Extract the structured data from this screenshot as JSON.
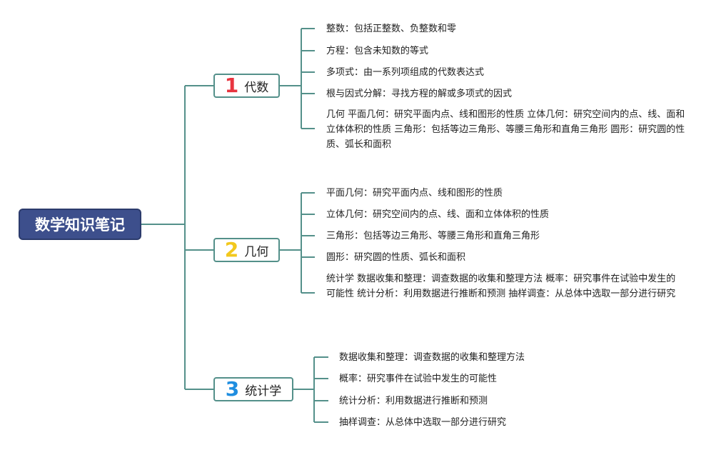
{
  "root": {
    "title": "数学知识笔记"
  },
  "colors": {
    "root_fill": "#3d4f8c",
    "line": "#54908a",
    "branch1_number": "#e8343f",
    "branch2_number": "#f2c81d",
    "branch3_number": "#1f8ee0"
  },
  "branches": [
    {
      "number": "1",
      "label": "代数",
      "leaves": [
        "整数：包括正整数、负整数和零",
        "方程：包含未知数的等式",
        "多项式：由一系列项组成的代数表达式",
        "根与因式分解：寻找方程的解或多项式的因式",
        "几何 平面几何：研究平面内点、线和图形的性质 立体几何：研究空间内的点、线、面和立体体积的性质 三角形：包括等边三角形、等腰三角形和直角三角形 圆形：研究圆的性质、弧长和面积"
      ]
    },
    {
      "number": "2",
      "label": "几何",
      "leaves": [
        "平面几何：研究平面内点、线和图形的性质",
        "立体几何：研究空间内的点、线、面和立体体积的性质",
        "三角形：包括等边三角形、等腰三角形和直角三角形",
        "圆形：研究圆的性质、弧长和面积",
        "统计学 数据收集和整理：调查数据的收集和整理方法 概率：研究事件在试验中发生的可能性 统计分析：利用数据进行推断和预测 抽样调查：从总体中选取一部分进行研究"
      ]
    },
    {
      "number": "3",
      "label": "统计学",
      "leaves": [
        "数据收集和整理：调查数据的收集和整理方法",
        "概率：研究事件在试验中发生的可能性",
        "统计分析：利用数据进行推断和预测",
        "抽样调查：从总体中选取一部分进行研究"
      ]
    }
  ]
}
